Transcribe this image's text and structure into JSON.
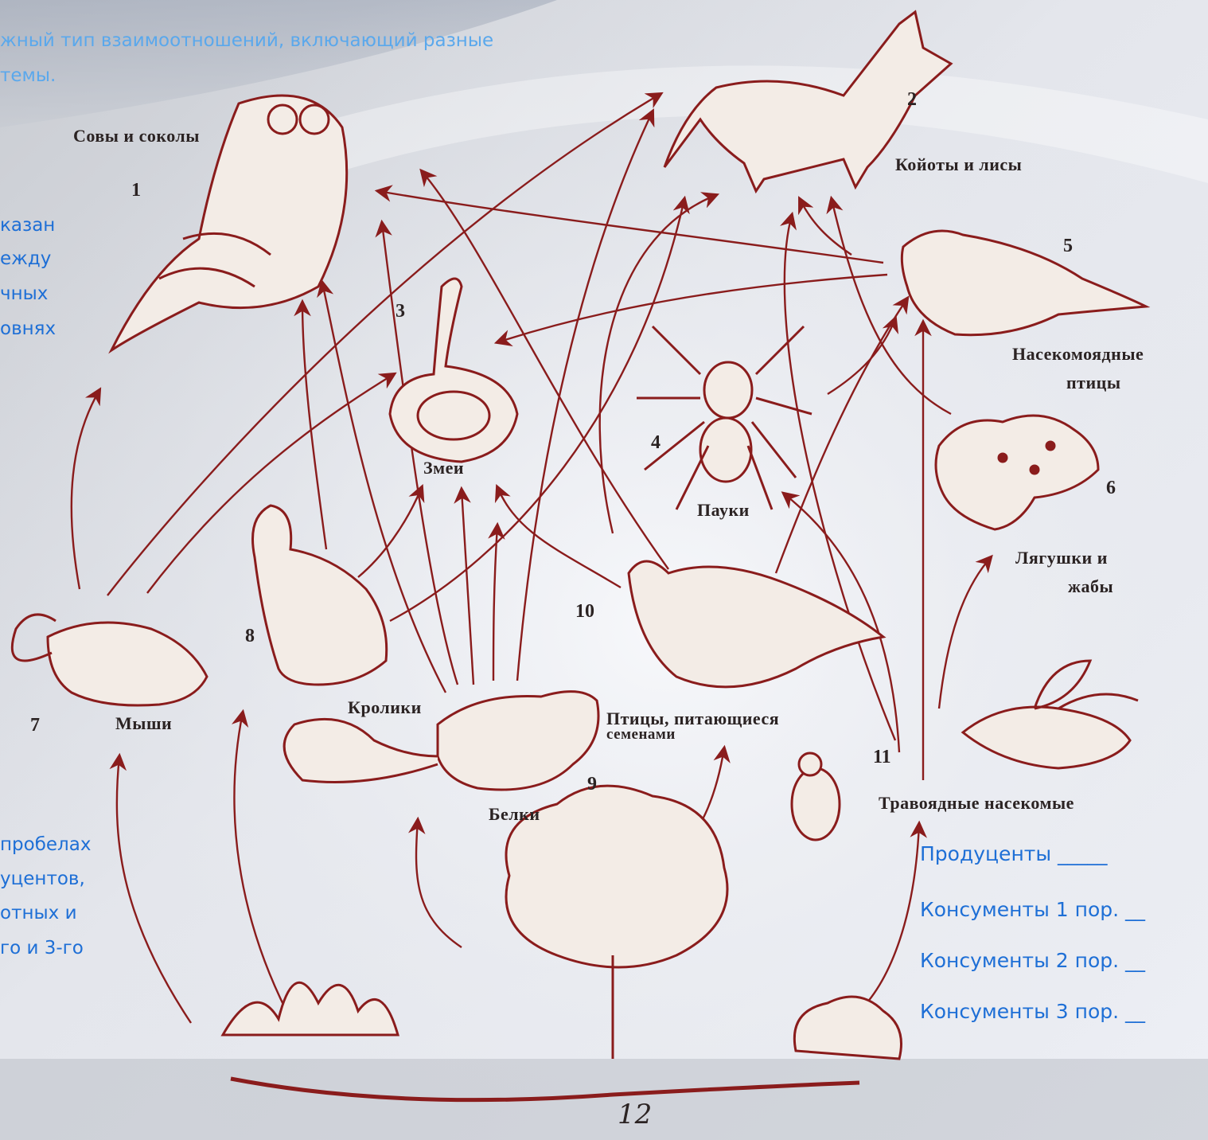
{
  "header": {
    "line1": "жный тип взаимоотношений, включающий разные",
    "line2": "темы."
  },
  "left_text": {
    "line1": "казан",
    "line2": "ежду",
    "line3": "чных",
    "line4": "овнях"
  },
  "bottom_left_text": {
    "line1": "пробелах",
    "line2": "уцентов,",
    "line3": "отных  и",
    "line4": "го и 3-го"
  },
  "nodes": {
    "owls": {
      "label": "Совы и соколы",
      "num": "1"
    },
    "foxes": {
      "label": "Койоты и лисы",
      "num": "2"
    },
    "snakes": {
      "label": "Змеи",
      "num": "3"
    },
    "spiders": {
      "label": "Пауки",
      "num": "4"
    },
    "insect_birds": {
      "label1": "Насекомоядные",
      "label2": "птицы",
      "num": "5"
    },
    "frogs": {
      "label1": "Лягушки и",
      "label2": "жабы",
      "num": "6"
    },
    "mice": {
      "label": "Мыши",
      "num": "7"
    },
    "rabbits": {
      "label": "Кролики",
      "num": "8"
    },
    "squirrels": {
      "label": "Белки",
      "num": "9"
    },
    "seed_birds": {
      "label1": "Птицы, питающиеся",
      "label2": "семенами",
      "num": "10"
    },
    "herb_insects": {
      "label": "Травоядные насекомые",
      "num": "11"
    },
    "plants": {
      "num": "12"
    }
  },
  "answers": [
    "Продуценты _____",
    "Консументы 1 пор. __",
    "Консументы 2 пор. __",
    "Консументы 3 пор. __"
  ],
  "colors": {
    "arrow": "#8a1c1c",
    "label": "#2b2323",
    "text_blue": "#1e6fd6",
    "text_light_blue": "#5aa8ec"
  }
}
